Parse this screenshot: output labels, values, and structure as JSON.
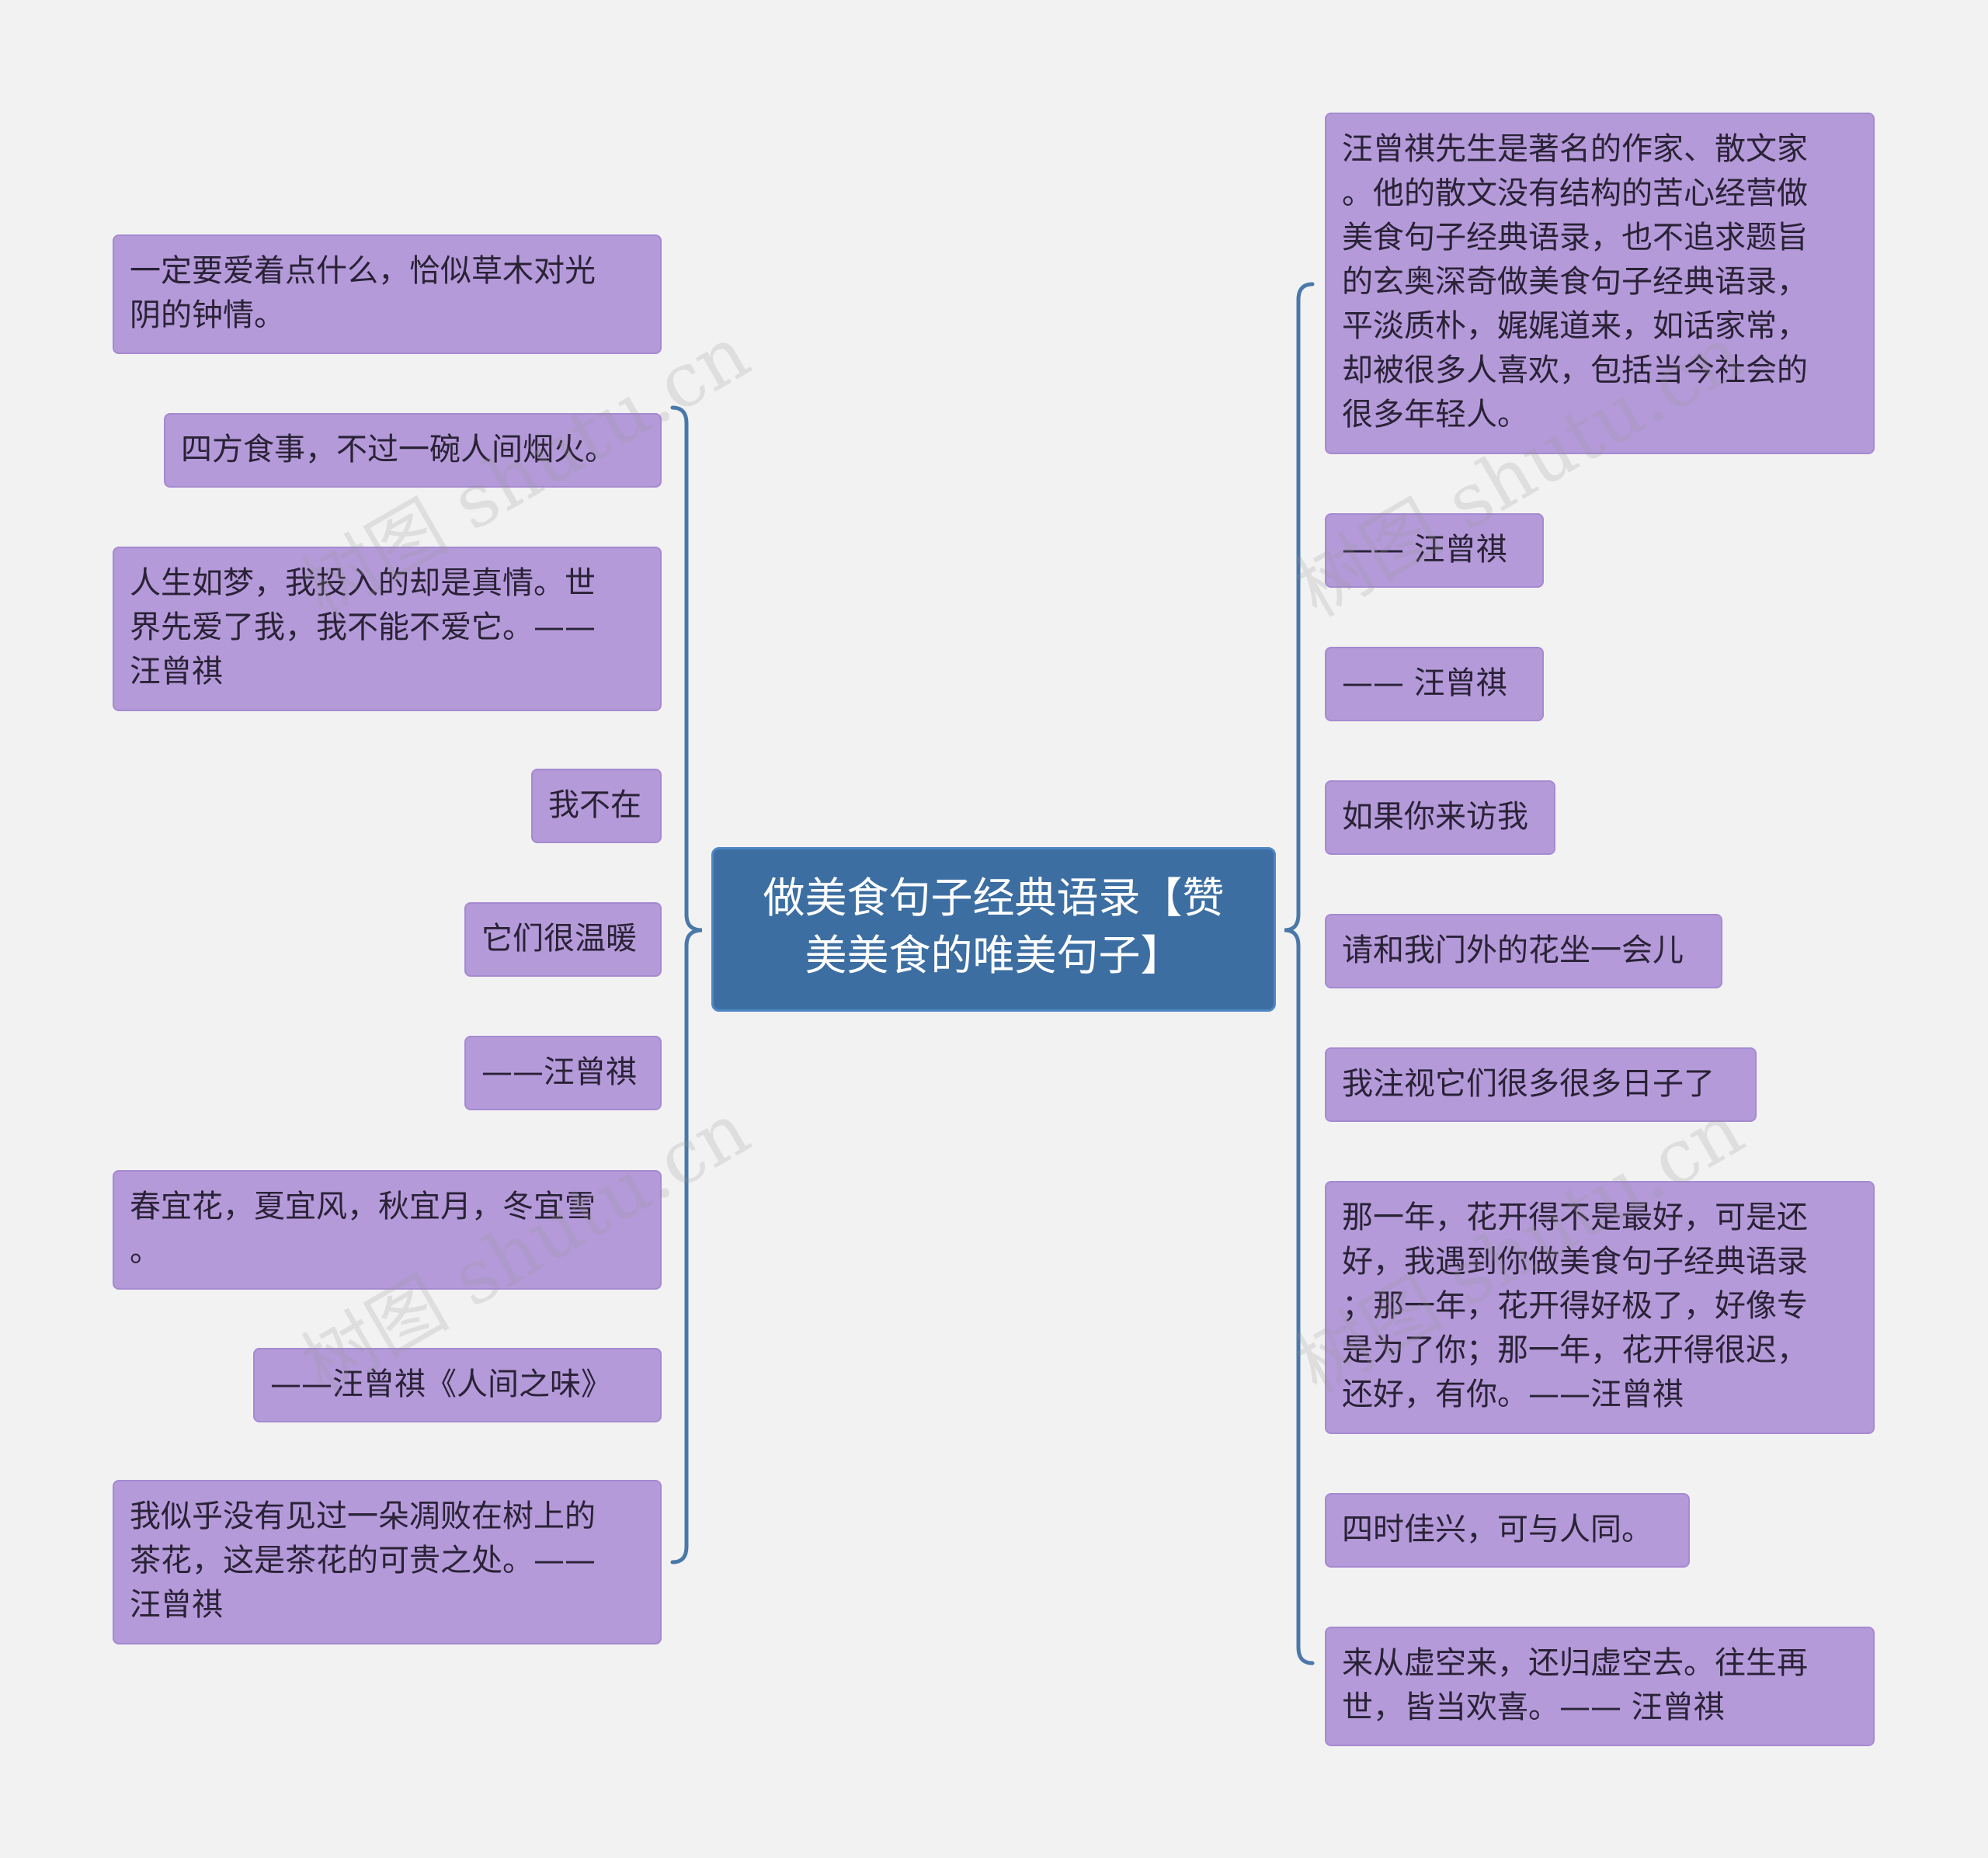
{
  "root": {
    "text": "做美食句子经典语录【赞\n美美食的唯美句子】"
  },
  "left_nodes": [
    {
      "text": "一定要爱着点什么，恰似草木对光\n阴的钟情。"
    },
    {
      "text": "四方食事，不过一碗人间烟火。"
    },
    {
      "text": "人生如梦，我投入的却是真情。世\n界先爱了我，我不能不爱它。——\n汪曾祺"
    },
    {
      "text": "我不在"
    },
    {
      "text": "它们很温暖"
    },
    {
      "text": "——汪曾祺"
    },
    {
      "text": "春宜花，夏宜风，秋宜月，冬宜雪\n。"
    },
    {
      "text": "——汪曾祺《人间之味》"
    },
    {
      "text": "我似乎没有见过一朵凋败在树上的\n茶花，这是茶花的可贵之处。——\n汪曾祺"
    }
  ],
  "right_nodes": [
    {
      "text": "汪曾祺先生是著名的作家、散文家\n。他的散文没有结构的苦心经营做\n美食句子经典语录，也不追求题旨\n的玄奥深奇做美食句子经典语录，\n平淡质朴，娓娓道来，如话家常，\n却被很多人喜欢，包括当今社会的\n很多年轻人。"
    },
    {
      "text": "—— 汪曾祺"
    },
    {
      "text": "—— 汪曾祺"
    },
    {
      "text": "如果你来访我"
    },
    {
      "text": "请和我门外的花坐一会儿"
    },
    {
      "text": "我注视它们很多很多日子了"
    },
    {
      "text": "那一年，花开得不是最好，可是还\n好，我遇到你做美食句子经典语录\n；那一年，花开得好极了，好像专\n是为了你；那一年，花开得很迟，\n还好，有你。——汪曾祺"
    },
    {
      "text": "四时佳兴，可与人同。"
    },
    {
      "text": "来从虚空来，还归虚空去。往生再\n世，皆当欢喜。—— 汪曾祺"
    }
  ],
  "watermark": "树图 shutu.cn",
  "colors": {
    "background": "#f2f2f2",
    "node_fill": "#b59ada",
    "root_fill": "#3c6ea2",
    "connector": "#4a78a8"
  }
}
